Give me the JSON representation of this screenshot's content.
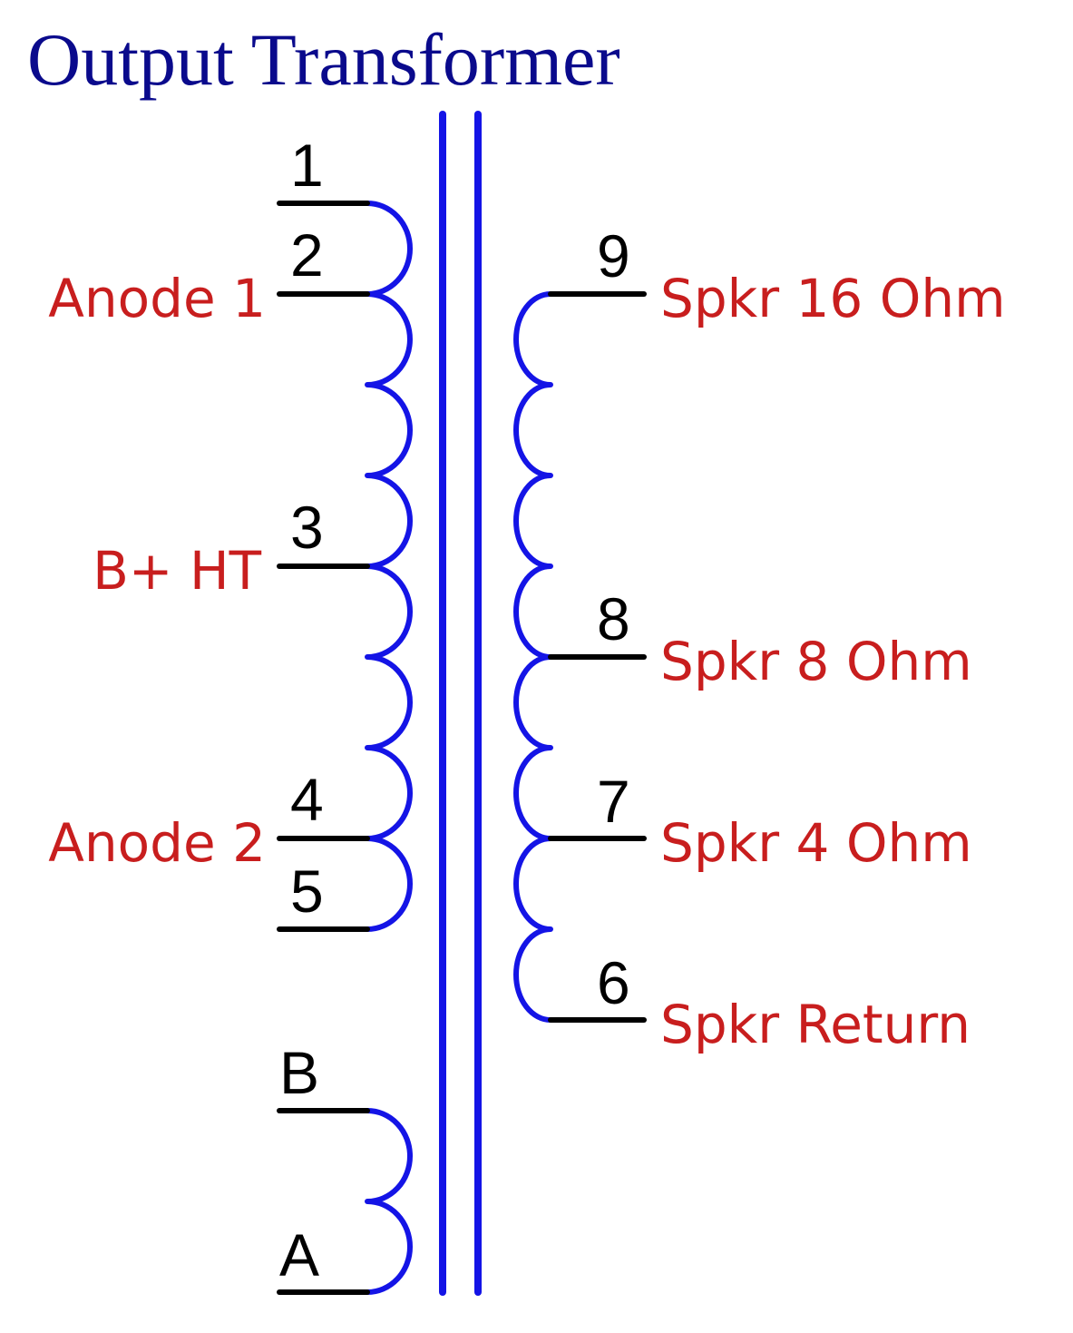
{
  "title": "Output Transformer",
  "colors": {
    "title": "#0a0a8c",
    "winding": "#1414e6",
    "core": "#1414e6",
    "lead": "#000000",
    "label": "#c81e1e"
  },
  "primary": {
    "pins": {
      "p1": "1",
      "p2": "2",
      "p3": "3",
      "p4": "4",
      "p5": "5"
    },
    "labels": {
      "anode1": "Anode 1",
      "bplus": "B+ HT",
      "anode2": "Anode 2"
    }
  },
  "secondary": {
    "pins": {
      "p9": "9",
      "p8": "8",
      "p7": "7",
      "p6": "6"
    },
    "labels": {
      "spkr16": "Spkr 16 Ohm",
      "spkr8": "Spkr 8 Ohm",
      "spkr4": "Spkr 4 Ohm",
      "return": "Spkr Return"
    }
  },
  "auxiliary": {
    "pins": {
      "b": "B",
      "a": "A"
    }
  }
}
